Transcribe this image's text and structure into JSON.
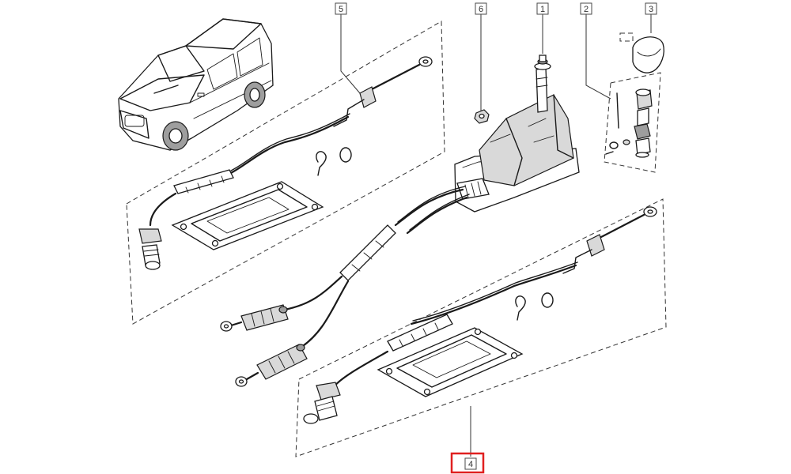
{
  "callouts": [
    {
      "id": "c1",
      "label": "1"
    },
    {
      "id": "c2",
      "label": "2"
    },
    {
      "id": "c3",
      "label": "3"
    },
    {
      "id": "c4",
      "label": "4"
    },
    {
      "id": "c5",
      "label": "5"
    },
    {
      "id": "c6",
      "label": "6"
    }
  ],
  "highlight": {
    "label": "4",
    "color": "#e02020"
  },
  "colors": {
    "line": "#1a1a1a",
    "shade": "#d9d9d9",
    "background": "#ffffff"
  }
}
